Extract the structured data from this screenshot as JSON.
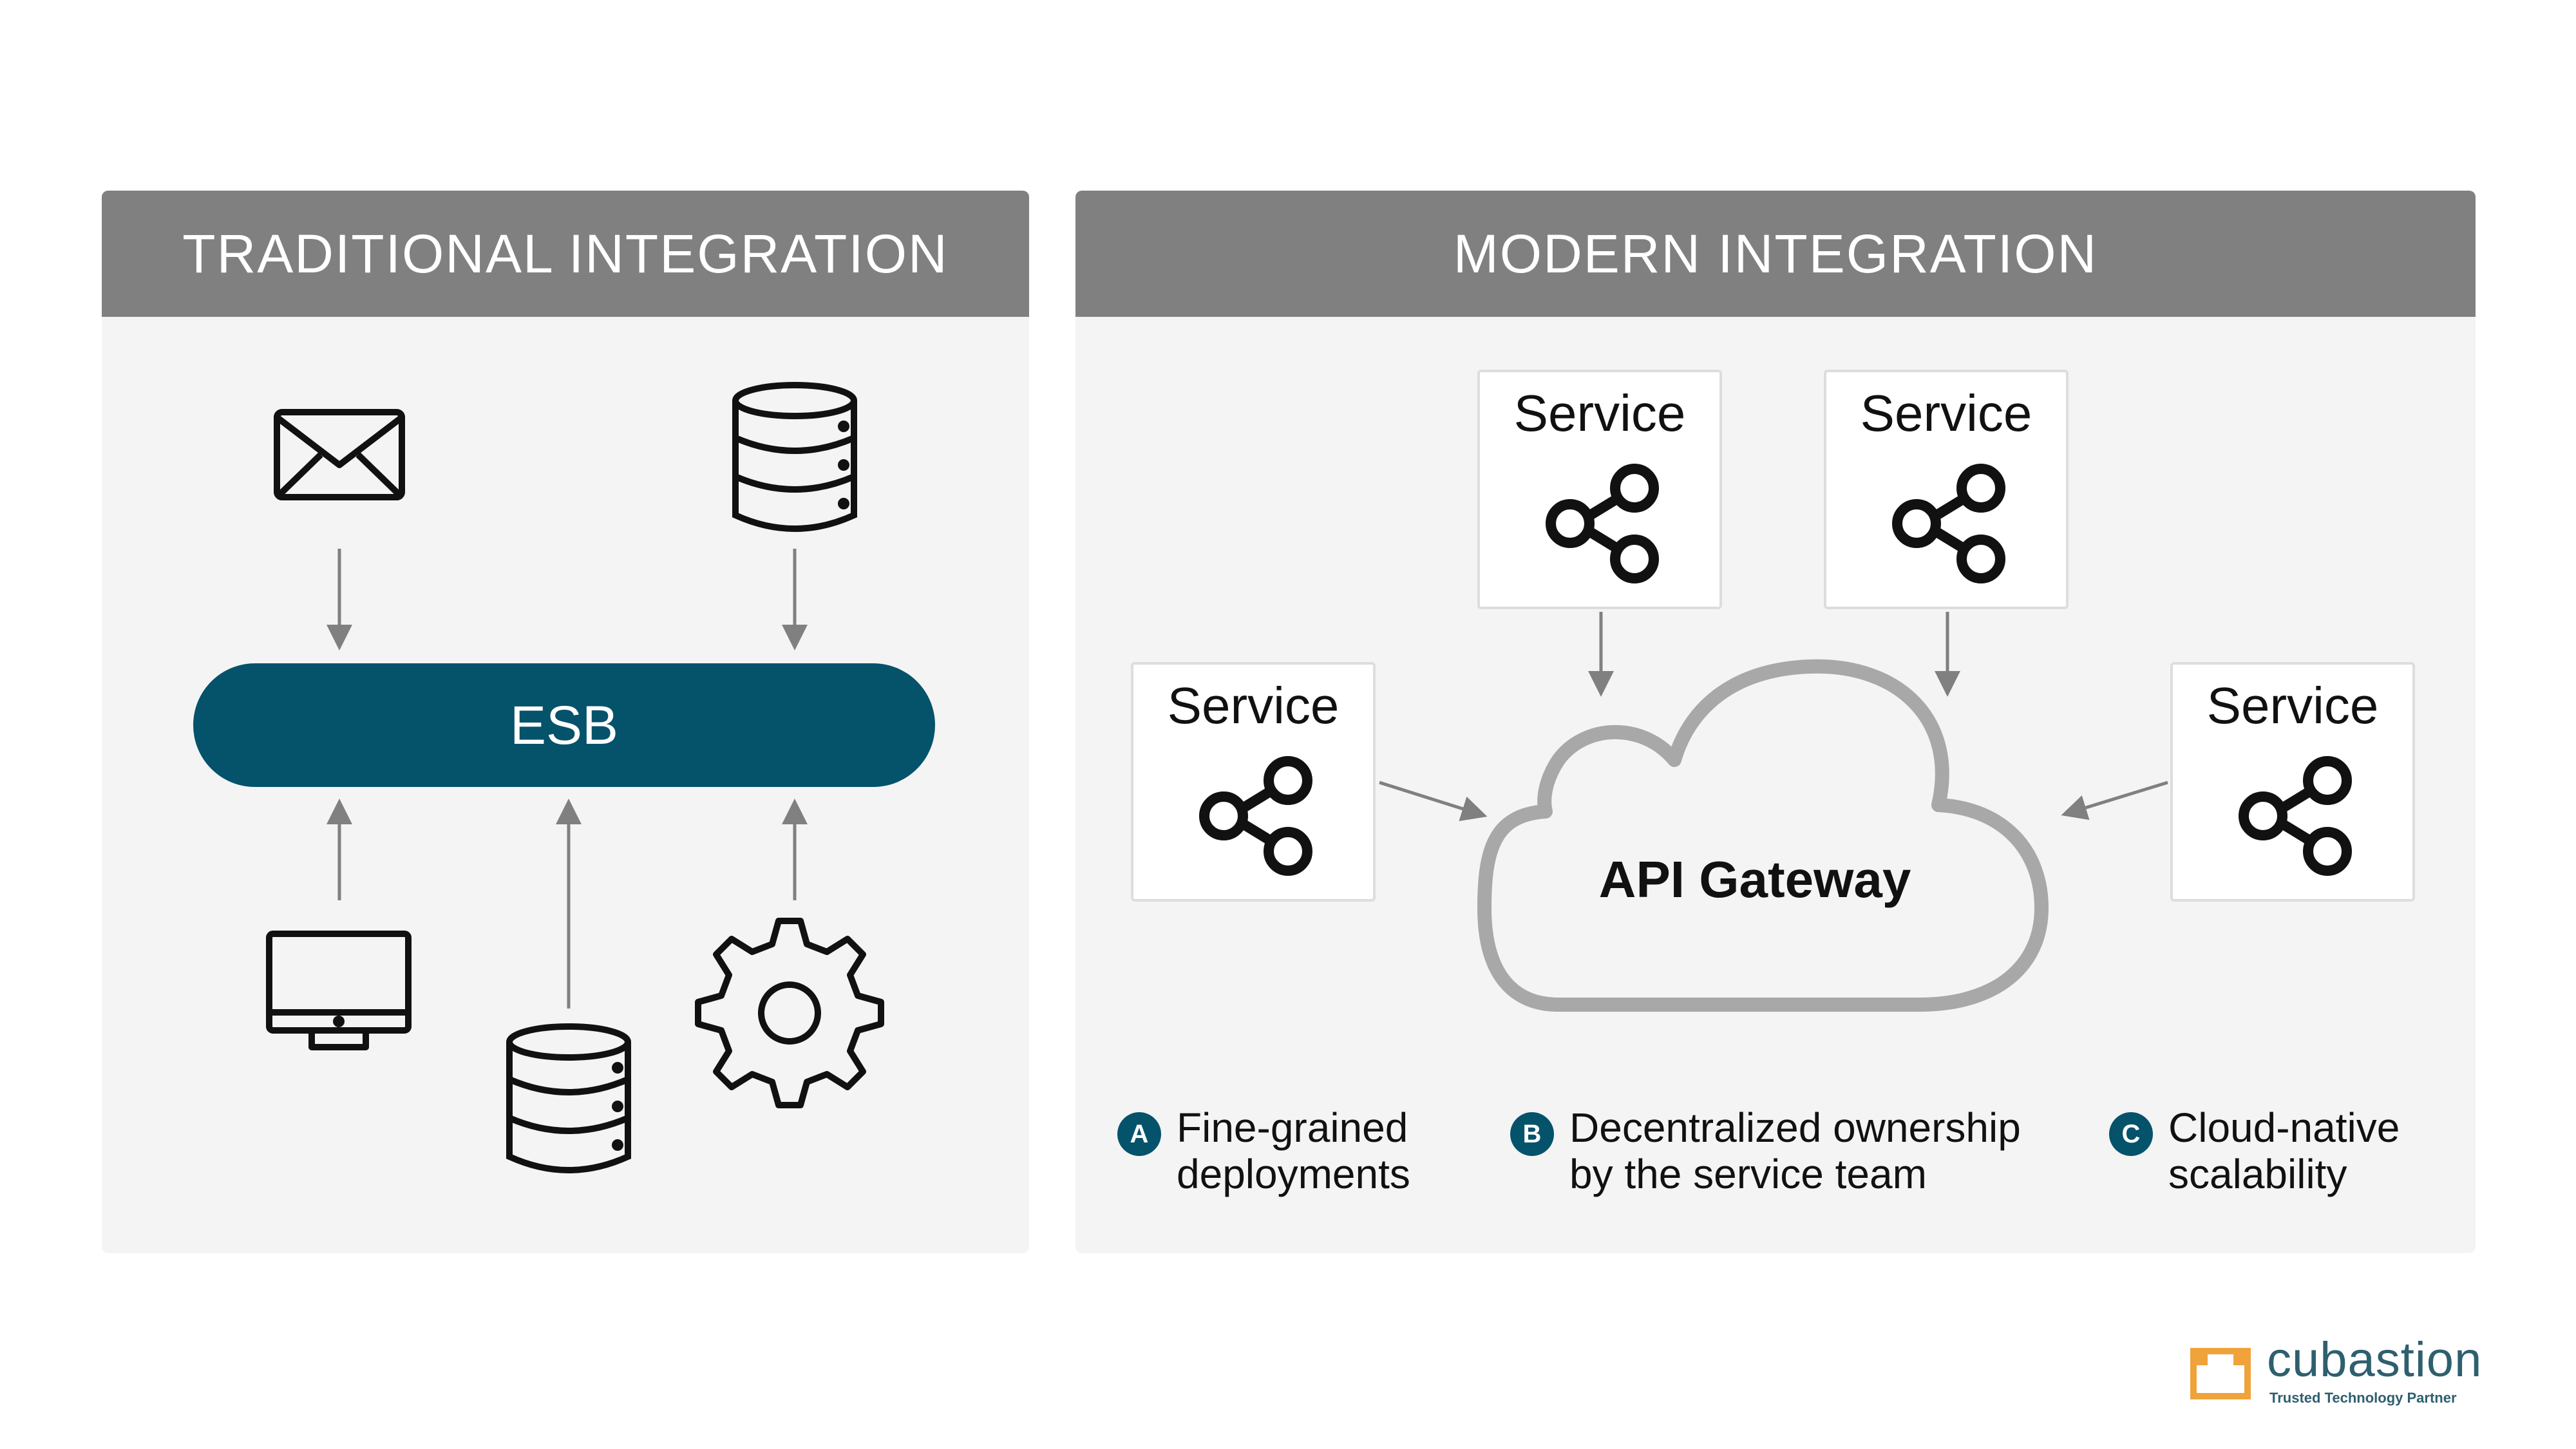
{
  "traditional": {
    "title": "TRADITIONAL INTEGRATION",
    "hub_label": "ESB",
    "sources": [
      "envelope-icon",
      "database-icon"
    ],
    "consumers": [
      "monitor-icon",
      "database-icon",
      "gear-icon"
    ]
  },
  "modern": {
    "title": "MODERN INTEGRATION",
    "gateway_label": "API Gateway",
    "services": [
      {
        "label": "Service",
        "icon": "share-icon"
      },
      {
        "label": "Service",
        "icon": "share-icon"
      },
      {
        "label": "Service",
        "icon": "share-icon"
      },
      {
        "label": "Service",
        "icon": "share-icon"
      }
    ],
    "benefits": [
      {
        "badge": "A",
        "lines": [
          "Fine-grained",
          "deployments"
        ]
      },
      {
        "badge": "B",
        "lines": [
          "Decentralized ownership",
          "by the service team"
        ]
      },
      {
        "badge": "C",
        "lines": [
          "Cloud-native",
          "scalability"
        ]
      }
    ]
  },
  "brand": {
    "name": "cubastion",
    "tagline": "Trusted Technology Partner"
  },
  "colors": {
    "header_bg": "#808080",
    "panel_bg": "#f4f4f4",
    "accent": "#05526b",
    "arrow": "#808080",
    "logo_orange": "#f0a33a",
    "logo_text": "#2e5f6f"
  }
}
